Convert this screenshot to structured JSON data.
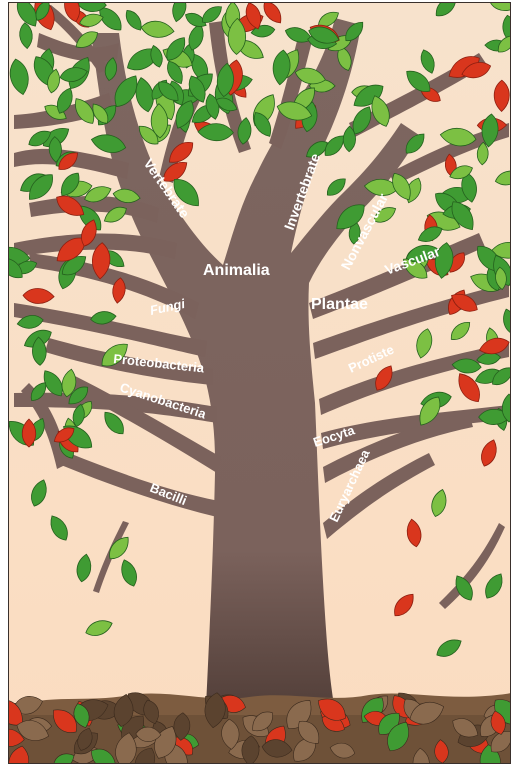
{
  "diagram": {
    "colors": {
      "sky_top": "#f9e7d2",
      "sky_bottom": "#fbdcc0",
      "trunk": "#7b625c",
      "trunk_dark": "#5e4842",
      "leaf_green": "#3f9b33",
      "leaf_green_light": "#7cc043",
      "leaf_red": "#d9361d",
      "ground": "#6e5138",
      "label_text": "#ffffff"
    },
    "labels": {
      "vertebrate": "Vertebrate",
      "invertebrate": "Invertebrate",
      "animalia": "Animalia",
      "nonvascular": "Nonvascular",
      "vascular": "Vascular",
      "plantae": "Plantae",
      "fungi": "Fungi",
      "proteobacteria": "Proteobacteria",
      "cyanobacteria": "Cyanobacteria",
      "protiste": "Protiste",
      "eocyta": "Eocyta",
      "euryarchaea": "Euryarchaea",
      "bacilli": "Bacilli"
    }
  }
}
